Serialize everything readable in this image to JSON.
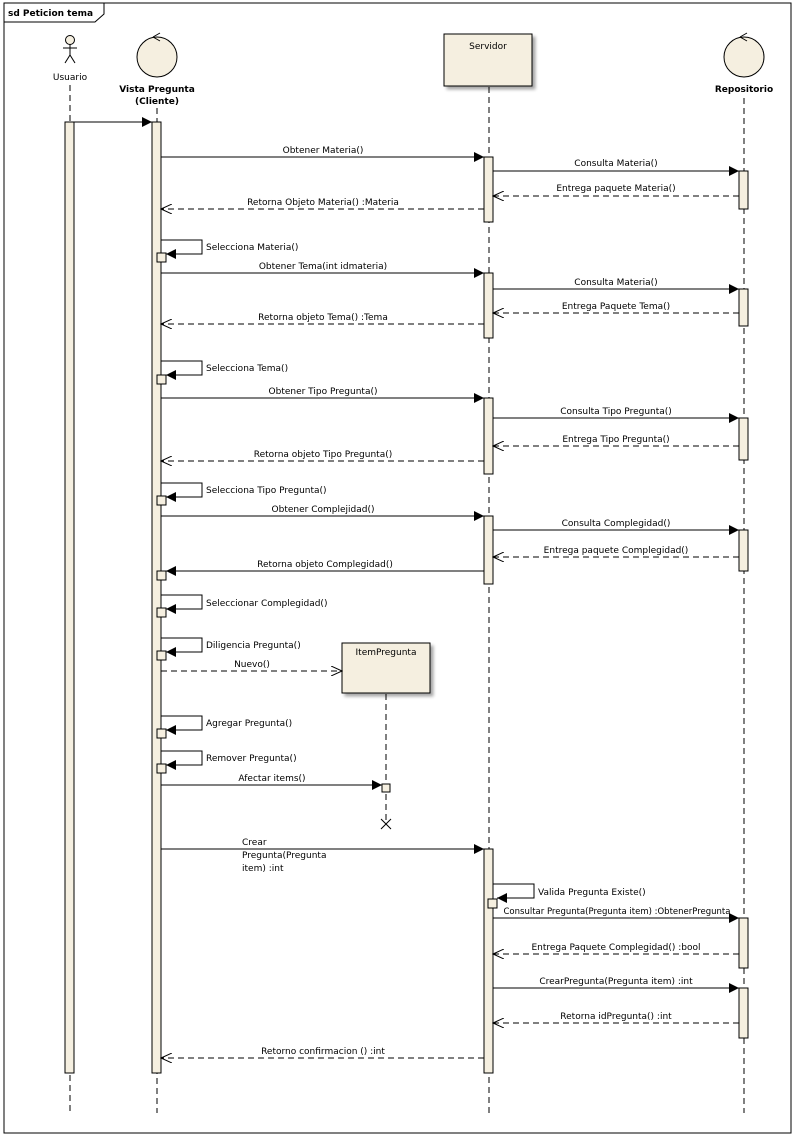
{
  "frame": {
    "title": "sd Peticion tema"
  },
  "lifelines": {
    "usuario": "Usuario",
    "vista_line1": "Vista Pregunta",
    "vista_line2": "(Cliente)",
    "servidor": "Servidor",
    "repositorio": "Repositorio",
    "itempregunta": "ItemPregunta"
  },
  "messages": {
    "m1": "Obtener Materia()",
    "m2": "Consulta Materia()",
    "m3": "Entrega paquete Materia()",
    "m4": "Retorna Objeto Materia() :Materia",
    "m5": "Selecciona Materia()",
    "m6": "Obtener Tema(int idmateria)",
    "m7": "Consulta Materia()",
    "m8": "Entrega Paquete Tema()",
    "m9": "Retorna objeto Tema() :Tema",
    "m10": "Selecciona Tema()",
    "m11": "Obtener Tipo Pregunta()",
    "m12": "Consulta Tipo Pregunta()",
    "m13": "Entrega Tipo Pregunta()",
    "m14": "Retorna objeto Tipo Pregunta()",
    "m15": "Selecciona Tipo Pregunta()",
    "m16": "Obtener Complejidad()",
    "m17": "Consulta Complegidad()",
    "m18": "Entrega paquete Complegidad()",
    "m19": "Retorna objeto Complegidad()",
    "m20": "Seleccionar Complegidad()",
    "m21": "Diligencia Pregunta()",
    "m22": "Nuevo()",
    "m23": "Agregar Pregunta()",
    "m24": "Remover Pregunta()",
    "m25": "Afectar items()",
    "m26_line1": "Crear",
    "m26_line2": "Pregunta(Pregunta",
    "m26_line3": "item) :int",
    "m27": "Valida Pregunta Existe()",
    "m28": "Consultar Pregunta(Pregunta item) :ObtenerPregunta",
    "m29": "Entrega Paquete Complegidad() :bool",
    "m30": "CrearPregunta(Pregunta item) :int",
    "m31": "Retorna idPregunta() :int",
    "m32": "Retorno confirmacion () :int"
  },
  "colors": {
    "lifeline_box": "#f5efe0",
    "border": "#000000",
    "line": "#000000"
  }
}
